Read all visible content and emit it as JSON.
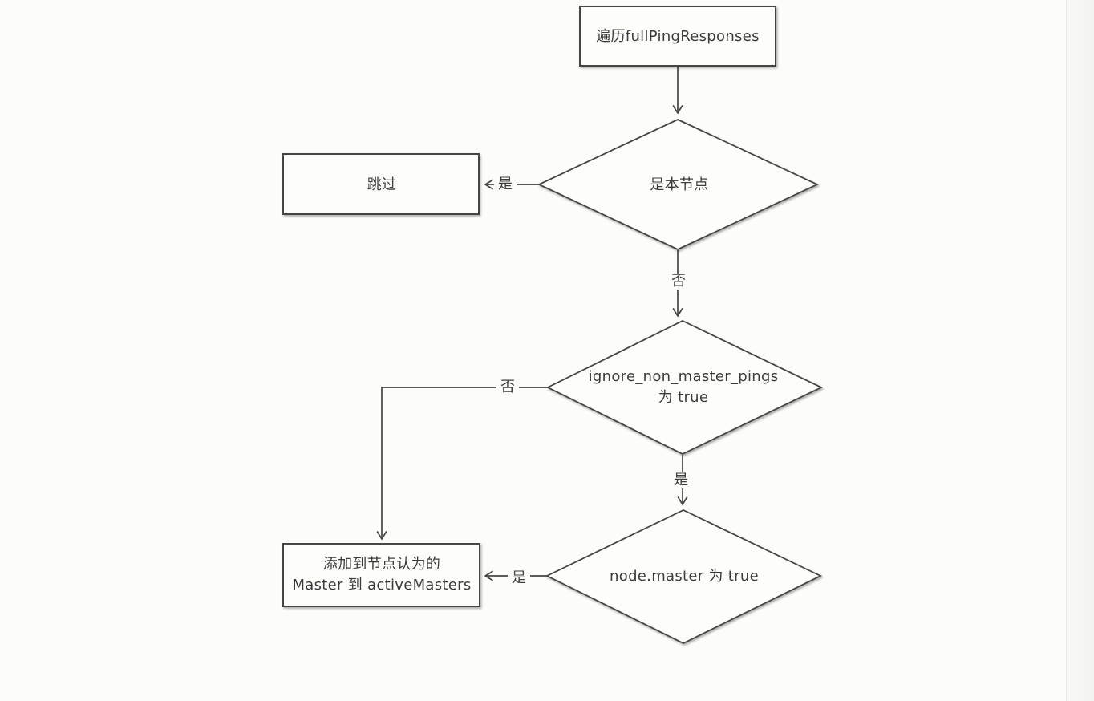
{
  "page": {
    "background": "#fcfcfa",
    "line_color": "#454545",
    "text_color": "#3c3c3c",
    "shape_fill": "#fdfdfc"
  },
  "nodes": {
    "start": {
      "label": "遍历fullPingResponses"
    },
    "is_local_node": {
      "label": "是本节点"
    },
    "skip": {
      "label": "跳过"
    },
    "ignore_pings": {
      "line1": "ignore_non_master_pings",
      "line2": "为 true"
    },
    "node_master": {
      "label": "node.master 为 true"
    },
    "add_master": {
      "line1": "添加到节点认为的",
      "line2": "Master 到 activeMasters"
    }
  },
  "edge_labels": {
    "is_local_yes": "是",
    "is_local_no": "否",
    "ignore_pings_no": "否",
    "ignore_pings_yes": "是",
    "node_master_yes": "是"
  }
}
